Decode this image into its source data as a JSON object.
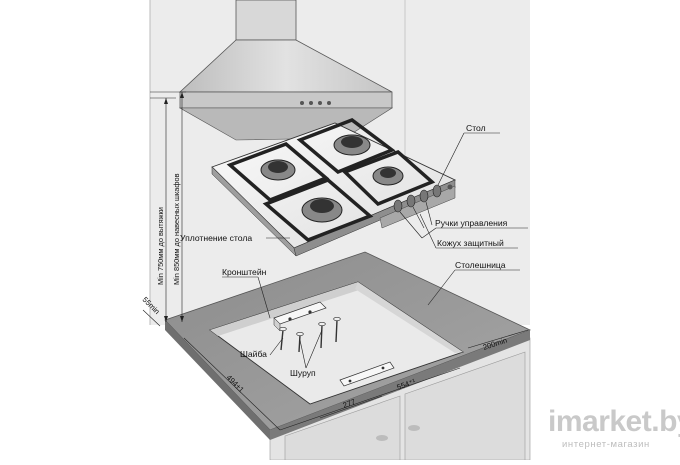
{
  "labels": {
    "hob": "Стол",
    "knobs": "Ручки управления",
    "shield": "Кожух защитный",
    "countertop": "Столешница",
    "seal": "Уплотнение стола",
    "bracket": "Кронштейн",
    "washer": "Шайба",
    "screw": "Шуруп"
  },
  "dimensions": {
    "hood_clearance": "Min 750мм до вытяжки",
    "cabinet_clearance": "Min 850мм до навесных шкафов",
    "front_margin": "55min",
    "side_margin": "200min",
    "cutout_depth": "494±1",
    "cutout_width": "554⁺¹",
    "bracket_offset": "277"
  },
  "watermark": {
    "brand": "imarket.by",
    "tagline": "интернет-магазин"
  },
  "colors": {
    "wall": "#ececec",
    "countertop": "#9a9a9a",
    "cutout_floor": "#e6e6e6",
    "hood": "#d4d4d4",
    "hob": "#f4f4f4",
    "cabinet": "#e0e0e0"
  }
}
